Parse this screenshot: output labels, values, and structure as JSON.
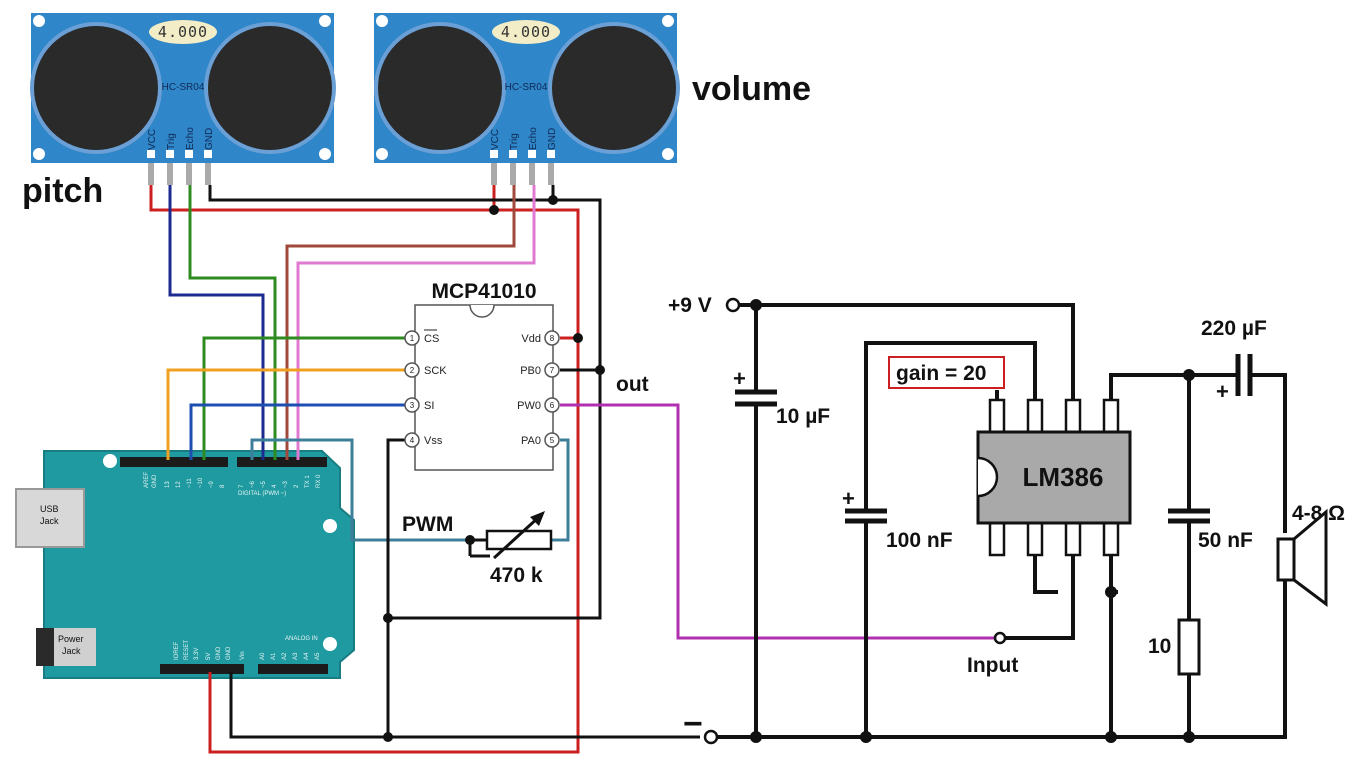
{
  "labels": {
    "pitch": "pitch",
    "volume": "volume",
    "pwm": "PWM",
    "out": "out",
    "input": "Input",
    "plus_9v": "+9 V",
    "minus": "−",
    "pot_value": "470 k",
    "gain": "gain = 20",
    "c1": "10 µF",
    "c2": "100 nF",
    "c3": "220 µF",
    "c4": "50 nF",
    "r_10": "10",
    "speaker": "4-8 Ω",
    "plus": "+"
  },
  "sensors": {
    "display": "4.000",
    "model": "HC-SR04",
    "pins": [
      "VCC",
      "Trig",
      "Echo",
      "GND"
    ]
  },
  "mcp": {
    "name": "MCP41010",
    "left_pins": [
      "CS",
      "SCK",
      "SI",
      "Vss"
    ],
    "left_nums": [
      "1",
      "2",
      "3",
      "4"
    ],
    "right_pins": [
      "Vdd",
      "PB0",
      "PW0",
      "PA0"
    ],
    "right_nums": [
      "8",
      "7",
      "6",
      "5"
    ]
  },
  "amp": {
    "name": "LM386"
  },
  "arduino": {
    "usb": [
      "USB",
      "Jack"
    ],
    "power": [
      "Power",
      "Jack"
    ],
    "digital_label": "DIGITAL (PWM ~)",
    "analog_label": "ANALOG IN",
    "top_pins": [
      "AREF",
      "GND",
      "13",
      "12",
      "~11",
      "~10",
      "~9",
      "8",
      "7",
      "~6",
      "~5",
      "4",
      "~3",
      "2",
      "TX 1",
      "RX 0"
    ],
    "bottom_pins": [
      "IOREF",
      "RESET",
      "3.3V",
      "5V",
      "GND",
      "GND",
      "Vin",
      "A0",
      "A1",
      "A2",
      "A3",
      "A4",
      "A5"
    ]
  },
  "colors": {
    "board": "#1f9aa0",
    "sensor": "#2f86c9",
    "red_wire": "#cc1f1f",
    "blue_wire": "#1d2a8f",
    "green_wire": "#2e8b1f",
    "brown_wire": "#a0483a",
    "pink_wire": "#e07ad0",
    "orange_wire": "#f0a020",
    "teal_wire": "#3d7f9a",
    "purple_wire": "#b030b0",
    "chip": "#a9a9a9"
  }
}
